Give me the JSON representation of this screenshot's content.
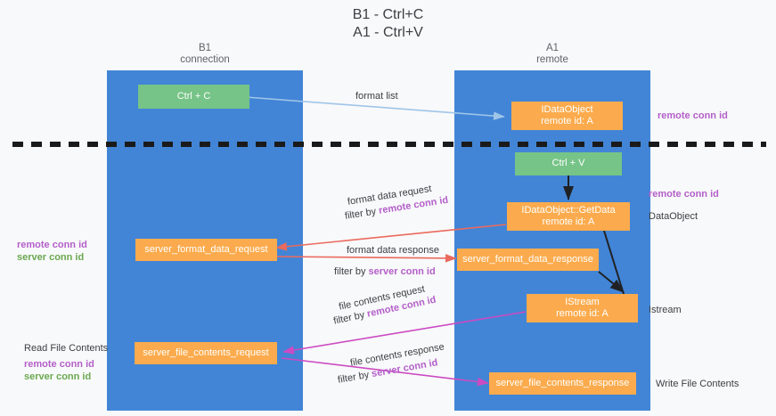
{
  "title": {
    "line1": "B1 - Ctrl+C",
    "line2": "A1 - Ctrl+V"
  },
  "columns": [
    {
      "name": "B1",
      "role": "connection"
    },
    {
      "name": "A1",
      "role": "remote"
    }
  ],
  "nodes": {
    "ctrl_c": {
      "label": "Ctrl + C"
    },
    "ctrl_v": {
      "label": "Ctrl + V"
    },
    "idataobject": {
      "line1": "IDataObject",
      "line2": "remote id: A"
    },
    "getdata": {
      "line1": "IDataObject::GetData",
      "line2": "remote id: A"
    },
    "istream": {
      "line1": "IStream",
      "line2": "remote id: A"
    },
    "server_format_data_request": {
      "label": "server_format_data_request"
    },
    "server_format_data_response": {
      "label": "server_format_data_response"
    },
    "server_file_contents_request": {
      "label": "server_file_contents_request"
    },
    "server_file_contents_response": {
      "label": "server_file_contents_response"
    }
  },
  "edges": {
    "format_list": {
      "label": "format list"
    },
    "format_data_request": {
      "label": "format data request",
      "filter_prefix": "filter by ",
      "filter_value": "remote conn id"
    },
    "format_data_response": {
      "label": "format data response",
      "filter_prefix": "filter by ",
      "filter_value": "server conn id"
    },
    "file_contents_request": {
      "label": "file contents request",
      "filter_prefix": "filter by ",
      "filter_value": "remote conn id"
    },
    "file_contents_response": {
      "label": "file contents response",
      "filter_prefix": "filter by ",
      "filter_value": "server conn id"
    }
  },
  "annotations": {
    "right_remote_conn_top": "remote conn id",
    "right_remote_conn_mid": "remote conn id",
    "right_dataobject": "DataObject",
    "right_istream": "Istream",
    "right_write_file_contents": "Write File Contents",
    "left_remote_conn_id_mid": "remote conn id",
    "left_server_conn_id_mid": "server conn id",
    "left_read_file_contents": "Read File Contents",
    "left_remote_conn_id_bottom": "remote conn id",
    "left_server_conn_id_bottom": "server conn id"
  },
  "colors": {
    "lane": "#4285d6",
    "green_node": "#76c487",
    "orange_node": "#fbab4d",
    "purple_text": "#b35fc9",
    "green_text": "#6aa84f",
    "red_arrow": "#ea6a5e",
    "blue_arrow": "#9fc5e8",
    "magenta_arrow": "#cc4bc2",
    "black_arrow": "#202124",
    "divider": "#1a1a1a",
    "background": "#f8f9fa"
  }
}
